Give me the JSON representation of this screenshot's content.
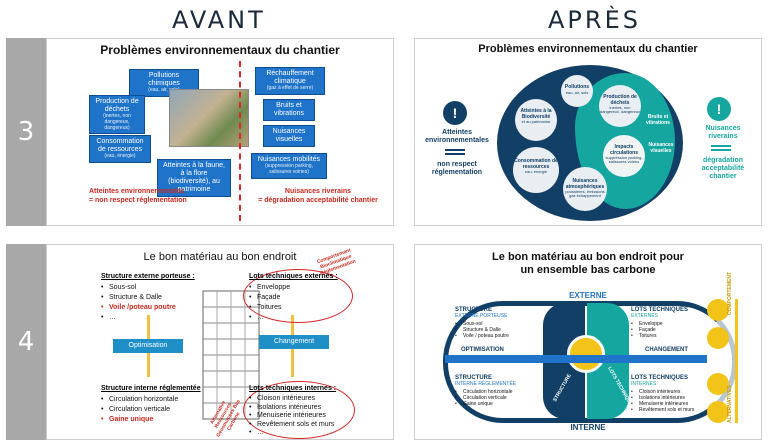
{
  "headers": {
    "before": "AVANT",
    "after": "APRÈS"
  },
  "rows": [
    {
      "number": "3"
    },
    {
      "number": "4"
    }
  ],
  "slide3_before": {
    "title": "Problèmes environnementaux du chantier",
    "boxes": {
      "pollution": {
        "label": "Pollutions chimiques",
        "sub": "(eau, air, sols)"
      },
      "dechets": {
        "label": "Production de déchets",
        "sub": "(inertes, non dangereux, dangereux)"
      },
      "ressources": {
        "label": "Consommation de ressources",
        "sub": "(eau, énergie)"
      },
      "faune": {
        "label": "Atteintes à la faune, à la flore (biodiversité), au patrimoine",
        "sub": ""
      },
      "rechauffement": {
        "label": "Réchauffement climatique",
        "sub": "(gaz à effet de serre)"
      },
      "bruits": {
        "label": "Bruits et vibrations",
        "sub": ""
      },
      "visuelles": {
        "label": "Nuisances visuelles",
        "sub": ""
      },
      "mobilite": {
        "label": "Nuisances mobilités",
        "sub": "(suppression parking, salissures voiries)"
      }
    },
    "left_caption_1": "Atteintes environnementales",
    "left_caption_2": "= non respect réglementation",
    "right_caption_1": "Nuisances riverains",
    "right_caption_2": "= dégradation acceptabilité chantier"
  },
  "slide3_after": {
    "title": "Problèmes environnementaux du chantier",
    "left_label_1": "Atteintes",
    "left_label_2": "environnementales",
    "left_result_1": "non respect",
    "left_result_2": "réglementation",
    "right_label_1": "Nuisances",
    "right_label_2": "riverains",
    "right_result_1": "dégradation",
    "right_result_2": "acceptabilité",
    "right_result_3": "chantier",
    "items": {
      "pollutions": {
        "label": "Pollutions",
        "sub": "eau, air, sols"
      },
      "dechets": {
        "label": "Production de déchets",
        "sub": "inertes, non dangereux, dangereux"
      },
      "biodiversite": {
        "label": "Atteintes à la Biodiversité",
        "sub": "et au patrimoine"
      },
      "bruits": {
        "label": "Bruits et vibrations",
        "sub": ""
      },
      "ressources": {
        "label": "Consommation de ressources",
        "sub": "eau, énergie"
      },
      "impacts": {
        "label": "Impacts circulations",
        "sub": "suppression parking, salissures voiries"
      },
      "visuelles": {
        "label": "Nuisances visuelles",
        "sub": ""
      },
      "atmospheriques": {
        "label": "Nuisances atmosphériques",
        "sub": "poussières, émissions gaz échappement"
      }
    }
  },
  "slide4_before": {
    "title": "Le bon matériau au bon endroit",
    "ext_heading": "Structure externe porteuse :",
    "ext_items": [
      "Sous-sol",
      "Structure & Dalle",
      "Voile /poteau poutre",
      "…"
    ],
    "lots_ext_heading": "Lots techniques externes :",
    "lots_ext_items": [
      "Enveloppe",
      "Façade",
      "Toitures",
      "…"
    ],
    "int_heading": "Structure interne réglementée",
    "int_items": [
      "Circulation horizontale",
      "Circulation verticale",
      "Gaine unique"
    ],
    "lots_int_heading": "Lots techniques internes :",
    "lots_int_items": [
      "Cloison intérieures",
      "Isolations intérieures",
      "Menuiserie intérieures",
      "Revêtement sols et murs",
      "…"
    ],
    "optimisation": "Optimisation",
    "changement": "Changement",
    "note_top": "Comportement Bioclimatique Réglementation",
    "note_bottom": "Alternative Ressources Géosourcées Bas Carbone"
  },
  "slide4_after": {
    "title_1": "Le bon matériau au bon endroit pour",
    "title_2": "un ensemble bas carbone",
    "externe": "EXTERNE",
    "interne": "INTERNE",
    "structure": "STRUCTURE",
    "lots": "LOTS TECHNIQUES",
    "structure_ext_heading": "STRUCTURE",
    "structure_ext_sub": "EXTERNE PORTEUSE",
    "structure_ext_items": [
      "Sous-sol",
      "Structure & Dalle",
      "Voile / poteau poutre"
    ],
    "lots_ext_heading": "LOTS TECHNIQUES",
    "lots_ext_sub": "EXTERNES",
    "lots_ext_items": [
      "Enveloppe",
      "Façade",
      "Toitures"
    ],
    "structure_int_heading": "STRUCTURE",
    "structure_int_sub": "INTERNE RÉGLEMENTÉE",
    "structure_int_items": [
      "Circulation horizontale",
      "Circulation verticale",
      "Gaine unique"
    ],
    "lots_int_heading": "LOTS TECHNIQUES",
    "lots_int_sub": "INTERNES",
    "lots_int_items": [
      "Cloison intérieures",
      "Isolations intérieures",
      "Menuiserie intérieures",
      "Revêtement sols et murs"
    ],
    "optimisation": "OPTIMISATION",
    "changement": "CHANGEMENT",
    "side_top": "COMPORTEMENT",
    "side_bottom": "ALTERNATIVES"
  },
  "colors": {
    "navy": "#123f66",
    "teal": "#16a6a0",
    "blue": "#1f73c8",
    "yellow": "#f2c318",
    "red": "#c8281e",
    "strip": "#a8a8a8"
  }
}
